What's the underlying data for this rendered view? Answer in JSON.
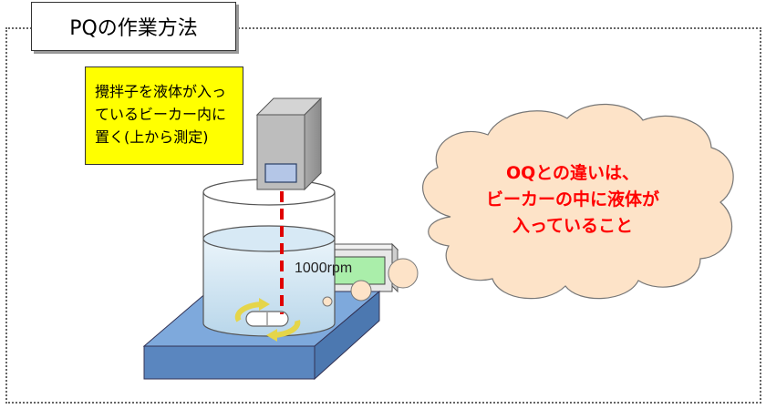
{
  "title": "PQの作業方法",
  "note": {
    "lines": [
      "攪拌子を液体が入っ",
      "ているビーカー内に",
      "置く(上から測定)"
    ]
  },
  "speech": {
    "lines": [
      "OQとの違いは、",
      "ビーカーの中に液体が",
      "入っていること"
    ]
  },
  "stirrer": {
    "display": "1000rpm"
  },
  "colors": {
    "note_bg": "#ffff00",
    "speech_text": "#ff0000",
    "laser": "#e00000",
    "display_bg": "#aaeeaa",
    "plate": "#6f9fd8"
  }
}
